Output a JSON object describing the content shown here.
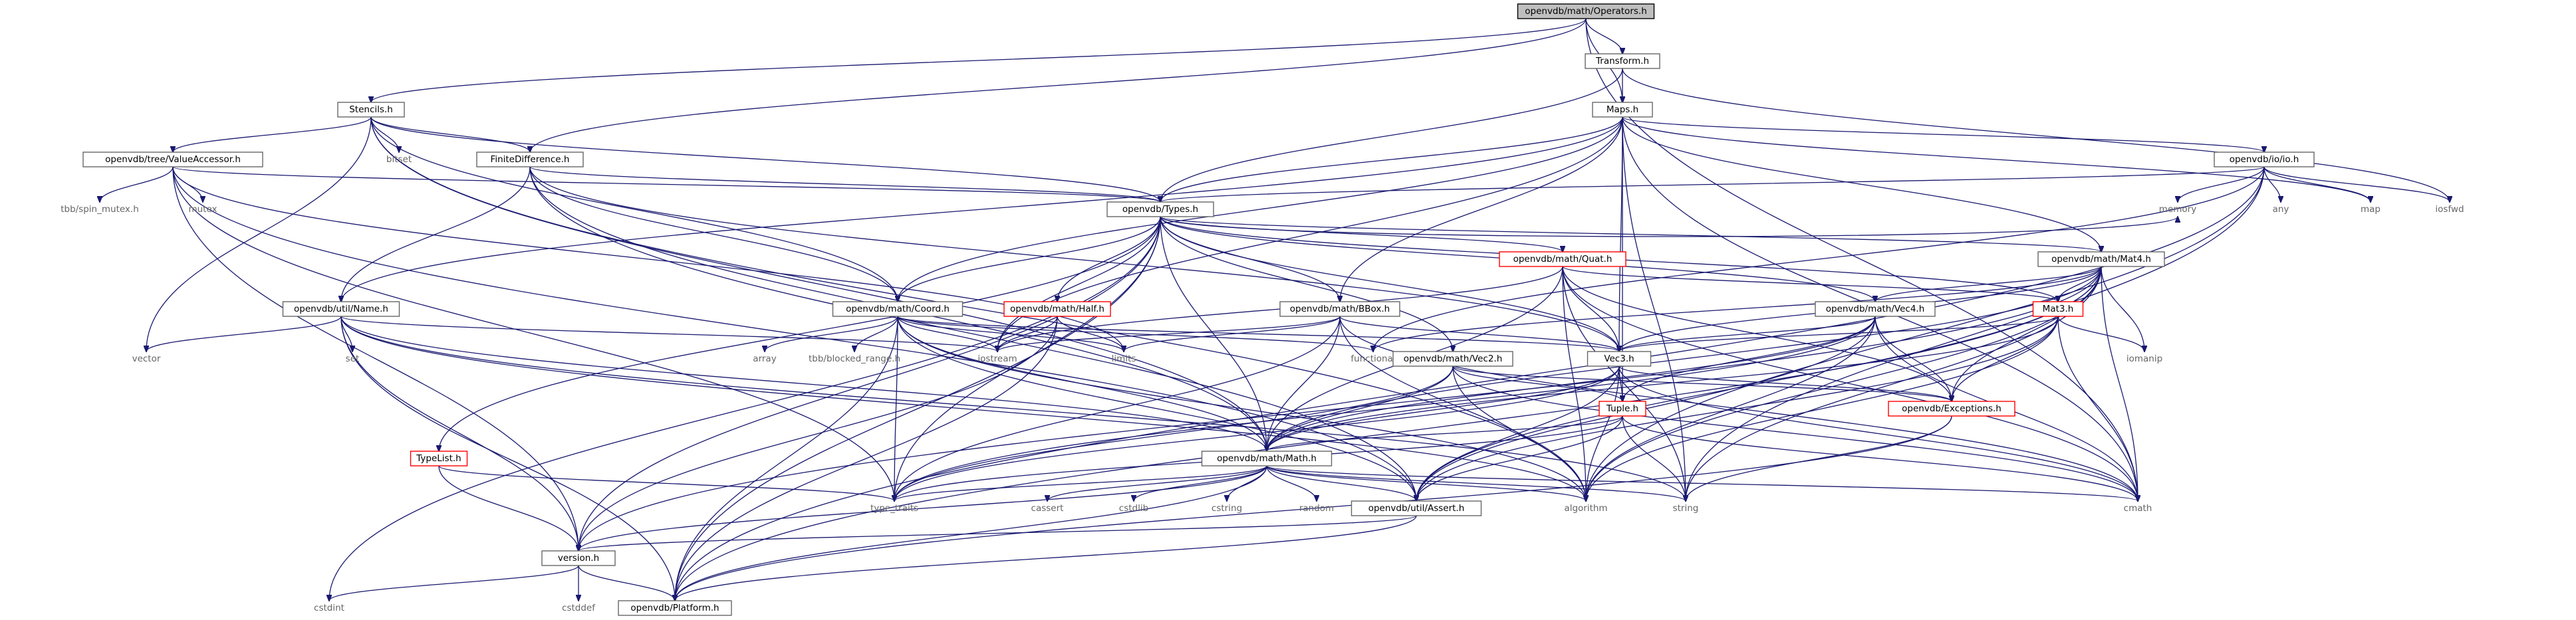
{
  "nodes": [
    {
      "id": "root",
      "label": "openvdb/math/Operators.h",
      "style": "root"
    },
    {
      "id": "stencils",
      "label": "Stencils.h",
      "style": "box"
    },
    {
      "id": "transform",
      "label": "Transform.h",
      "style": "box"
    },
    {
      "id": "maps",
      "label": "Maps.h",
      "style": "box"
    },
    {
      "id": "valueacc",
      "label": "openvdb/tree/ValueAccessor.h",
      "style": "box"
    },
    {
      "id": "bitset",
      "label": "bitset",
      "style": "plain"
    },
    {
      "id": "finitediff",
      "label": "FiniteDifference.h",
      "style": "box"
    },
    {
      "id": "iosfwd",
      "label": "iosfwd",
      "style": "plain"
    },
    {
      "id": "io",
      "label": "openvdb/io/io.h",
      "style": "box"
    },
    {
      "id": "tbbspin",
      "label": "tbb/spin_mutex.h",
      "style": "plain"
    },
    {
      "id": "mutex",
      "label": "mutex",
      "style": "plain"
    },
    {
      "id": "types",
      "label": "openvdb/Types.h",
      "style": "box"
    },
    {
      "id": "any",
      "label": "any",
      "style": "plain"
    },
    {
      "id": "map",
      "label": "map",
      "style": "plain"
    },
    {
      "id": "memory",
      "label": "memory",
      "style": "plain"
    },
    {
      "id": "quat",
      "label": "openvdb/math/Quat.h",
      "style": "red"
    },
    {
      "id": "mat4",
      "label": "openvdb/math/Mat4.h",
      "style": "box"
    },
    {
      "id": "name",
      "label": "openvdb/util/Name.h",
      "style": "box"
    },
    {
      "id": "coord",
      "label": "openvdb/math/Coord.h",
      "style": "box"
    },
    {
      "id": "half",
      "label": "openvdb/math/Half.h",
      "style": "red"
    },
    {
      "id": "bbox",
      "label": "openvdb/math/BBox.h",
      "style": "box"
    },
    {
      "id": "vec4",
      "label": "openvdb/math/Vec4.h",
      "style": "box"
    },
    {
      "id": "mat3",
      "label": "Mat3.h",
      "style": "red"
    },
    {
      "id": "vector",
      "label": "vector",
      "style": "plain"
    },
    {
      "id": "set",
      "label": "set",
      "style": "plain"
    },
    {
      "id": "array",
      "label": "array",
      "style": "plain"
    },
    {
      "id": "tbbrange",
      "label": "tbb/blocked_range.h",
      "style": "plain"
    },
    {
      "id": "iostream",
      "label": "iostream",
      "style": "plain"
    },
    {
      "id": "limits",
      "label": "limits",
      "style": "plain"
    },
    {
      "id": "functional",
      "label": "functional",
      "style": "plain"
    },
    {
      "id": "vec2",
      "label": "openvdb/math/Vec2.h",
      "style": "box"
    },
    {
      "id": "vec3",
      "label": "Vec3.h",
      "style": "box"
    },
    {
      "id": "iomanip",
      "label": "iomanip",
      "style": "plain"
    },
    {
      "id": "tuple",
      "label": "Tuple.h",
      "style": "red"
    },
    {
      "id": "exceptions",
      "label": "openvdb/Exceptions.h",
      "style": "red"
    },
    {
      "id": "typelist",
      "label": "TypeList.h",
      "style": "red"
    },
    {
      "id": "math",
      "label": "openvdb/math/Math.h",
      "style": "box"
    },
    {
      "id": "typetraits",
      "label": "type_traits",
      "style": "plain"
    },
    {
      "id": "cassert",
      "label": "cassert",
      "style": "plain"
    },
    {
      "id": "cstdlib",
      "label": "cstdlib",
      "style": "plain"
    },
    {
      "id": "cstring",
      "label": "cstring",
      "style": "plain"
    },
    {
      "id": "random",
      "label": "random",
      "style": "plain"
    },
    {
      "id": "assert",
      "label": "openvdb/util/Assert.h",
      "style": "box"
    },
    {
      "id": "algorithm",
      "label": "algorithm",
      "style": "plain"
    },
    {
      "id": "string",
      "label": "string",
      "style": "plain"
    },
    {
      "id": "cmath",
      "label": "cmath",
      "style": "plain"
    },
    {
      "id": "version",
      "label": "version.h",
      "style": "box"
    },
    {
      "id": "cstdint",
      "label": "cstdint",
      "style": "plain"
    },
    {
      "id": "cstddef",
      "label": "cstddef",
      "style": "plain"
    },
    {
      "id": "platform",
      "label": "openvdb/Platform.h",
      "style": "box"
    }
  ],
  "edges": [
    [
      "root",
      "stencils"
    ],
    [
      "root",
      "finitediff"
    ],
    [
      "root",
      "maps"
    ],
    [
      "root",
      "transform"
    ],
    [
      "root",
      "cmath"
    ],
    [
      "transform",
      "maps"
    ],
    [
      "transform",
      "types"
    ],
    [
      "transform",
      "iosfwd"
    ],
    [
      "stencils",
      "valueacc"
    ],
    [
      "stencils",
      "bitset"
    ],
    [
      "stencils",
      "finitediff"
    ],
    [
      "stencils",
      "types"
    ],
    [
      "stencils",
      "coord"
    ],
    [
      "stencils",
      "math"
    ],
    [
      "stencils",
      "vector"
    ],
    [
      "stencils",
      "algorithm"
    ],
    [
      "valueacc",
      "tbbspin"
    ],
    [
      "valueacc",
      "mutex"
    ],
    [
      "valueacc",
      "types"
    ],
    [
      "valueacc",
      "limits"
    ],
    [
      "valueacc",
      "typetraits"
    ],
    [
      "valueacc",
      "assert"
    ],
    [
      "valueacc",
      "version"
    ],
    [
      "finitediff",
      "types"
    ],
    [
      "finitediff",
      "name"
    ],
    [
      "finitediff",
      "coord"
    ],
    [
      "finitediff",
      "math"
    ],
    [
      "finitediff",
      "vec3"
    ],
    [
      "finitediff",
      "assert"
    ],
    [
      "maps",
      "types"
    ],
    [
      "maps",
      "io"
    ],
    [
      "maps",
      "mat4"
    ],
    [
      "maps",
      "vec3"
    ],
    [
      "maps",
      "bbox"
    ],
    [
      "maps",
      "coord"
    ],
    [
      "maps",
      "name"
    ],
    [
      "maps",
      "tuple"
    ],
    [
      "maps",
      "map"
    ],
    [
      "maps",
      "string"
    ],
    [
      "maps",
      "iostream"
    ],
    [
      "maps",
      "cmath"
    ],
    [
      "io",
      "types"
    ],
    [
      "io",
      "any"
    ],
    [
      "io",
      "map"
    ],
    [
      "io",
      "iosfwd"
    ],
    [
      "io",
      "memory"
    ],
    [
      "io",
      "functional"
    ],
    [
      "io",
      "string"
    ],
    [
      "io",
      "algorithm"
    ],
    [
      "io",
      "platform"
    ],
    [
      "types",
      "memory"
    ],
    [
      "types",
      "quat"
    ],
    [
      "types",
      "mat4"
    ],
    [
      "types",
      "half"
    ],
    [
      "types",
      "coord"
    ],
    [
      "types",
      "bbox"
    ],
    [
      "types",
      "vec2"
    ],
    [
      "types",
      "vec3"
    ],
    [
      "types",
      "vec4"
    ],
    [
      "types",
      "mat3"
    ],
    [
      "types",
      "math"
    ],
    [
      "types",
      "typelist"
    ],
    [
      "types",
      "typetraits"
    ],
    [
      "types",
      "cstdint"
    ],
    [
      "types",
      "version"
    ],
    [
      "types",
      "platform"
    ],
    [
      "types",
      "iostream"
    ],
    [
      "quat",
      "mat3"
    ],
    [
      "quat",
      "vec3"
    ],
    [
      "quat",
      "math"
    ],
    [
      "quat",
      "exceptions"
    ],
    [
      "quat",
      "iostream"
    ],
    [
      "quat",
      "string"
    ],
    [
      "quat",
      "cmath"
    ],
    [
      "quat",
      "algorithm"
    ],
    [
      "mat4",
      "mat3"
    ],
    [
      "mat4",
      "vec3"
    ],
    [
      "mat4",
      "vec4"
    ],
    [
      "mat4",
      "math"
    ],
    [
      "mat4",
      "exceptions"
    ],
    [
      "mat4",
      "iomanip"
    ],
    [
      "mat4",
      "algorithm"
    ],
    [
      "mat4",
      "string"
    ],
    [
      "mat4",
      "cmath"
    ],
    [
      "mat4",
      "platform"
    ],
    [
      "mat4",
      "assert"
    ],
    [
      "mat4",
      "functional"
    ],
    [
      "mat4",
      "version"
    ],
    [
      "name",
      "vector"
    ],
    [
      "name",
      "set"
    ],
    [
      "name",
      "iostream"
    ],
    [
      "name",
      "string"
    ],
    [
      "name",
      "algorithm"
    ],
    [
      "name",
      "platform"
    ],
    [
      "name",
      "version"
    ],
    [
      "name",
      "math"
    ],
    [
      "coord",
      "array"
    ],
    [
      "coord",
      "tbbrange"
    ],
    [
      "coord",
      "iostream"
    ],
    [
      "coord",
      "limits"
    ],
    [
      "coord",
      "functional"
    ],
    [
      "coord",
      "vec3"
    ],
    [
      "coord",
      "math"
    ],
    [
      "coord",
      "algorithm"
    ],
    [
      "coord",
      "assert"
    ],
    [
      "coord",
      "platform"
    ],
    [
      "coord",
      "typetraits"
    ],
    [
      "half",
      "iostream"
    ],
    [
      "half",
      "limits"
    ],
    [
      "half",
      "platform"
    ],
    [
      "half",
      "version"
    ],
    [
      "bbox",
      "iostream"
    ],
    [
      "bbox",
      "vec3"
    ],
    [
      "bbox",
      "math"
    ],
    [
      "bbox",
      "cmath"
    ],
    [
      "bbox",
      "algorithm"
    ],
    [
      "bbox",
      "typetraits"
    ],
    [
      "bbox",
      "limits"
    ],
    [
      "vec4",
      "vec3"
    ],
    [
      "vec4",
      "math"
    ],
    [
      "vec4",
      "tuple"
    ],
    [
      "vec4",
      "exceptions"
    ],
    [
      "vec4",
      "algorithm"
    ],
    [
      "vec4",
      "cmath"
    ],
    [
      "vec4",
      "typetraits"
    ],
    [
      "vec4",
      "assert"
    ],
    [
      "mat3",
      "vec3"
    ],
    [
      "mat3",
      "exceptions"
    ],
    [
      "mat3",
      "math"
    ],
    [
      "mat3",
      "iomanip"
    ],
    [
      "mat3",
      "cmath"
    ],
    [
      "mat3",
      "assert"
    ],
    [
      "mat3",
      "algorithm"
    ],
    [
      "vec2",
      "tuple"
    ],
    [
      "vec2",
      "math"
    ],
    [
      "vec2",
      "exceptions"
    ],
    [
      "vec2",
      "algorithm"
    ],
    [
      "vec2",
      "cmath"
    ],
    [
      "vec2",
      "typetraits"
    ],
    [
      "vec3",
      "tuple"
    ],
    [
      "vec3",
      "math"
    ],
    [
      "vec3",
      "exceptions"
    ],
    [
      "vec3",
      "algorithm"
    ],
    [
      "vec3",
      "cmath"
    ],
    [
      "vec3",
      "typetraits"
    ],
    [
      "vec3",
      "assert"
    ],
    [
      "tuple",
      "math"
    ],
    [
      "tuple",
      "cmath"
    ],
    [
      "tuple",
      "string"
    ],
    [
      "tuple",
      "typetraits"
    ],
    [
      "tuple",
      "assert"
    ],
    [
      "exceptions",
      "string"
    ],
    [
      "exceptions",
      "platform"
    ],
    [
      "typelist",
      "version"
    ],
    [
      "typelist",
      "typetraits"
    ],
    [
      "math",
      "typetraits"
    ],
    [
      "math",
      "cassert"
    ],
    [
      "math",
      "cstdlib"
    ],
    [
      "math",
      "cstring"
    ],
    [
      "math",
      "random"
    ],
    [
      "math",
      "assert"
    ],
    [
      "math",
      "algorithm"
    ],
    [
      "math",
      "string"
    ],
    [
      "math",
      "cmath"
    ],
    [
      "math",
      "version"
    ],
    [
      "math",
      "platform"
    ],
    [
      "assert",
      "version"
    ],
    [
      "assert",
      "platform"
    ],
    [
      "version",
      "cstdint"
    ],
    [
      "version",
      "cstddef"
    ],
    [
      "version",
      "platform"
    ]
  ]
}
